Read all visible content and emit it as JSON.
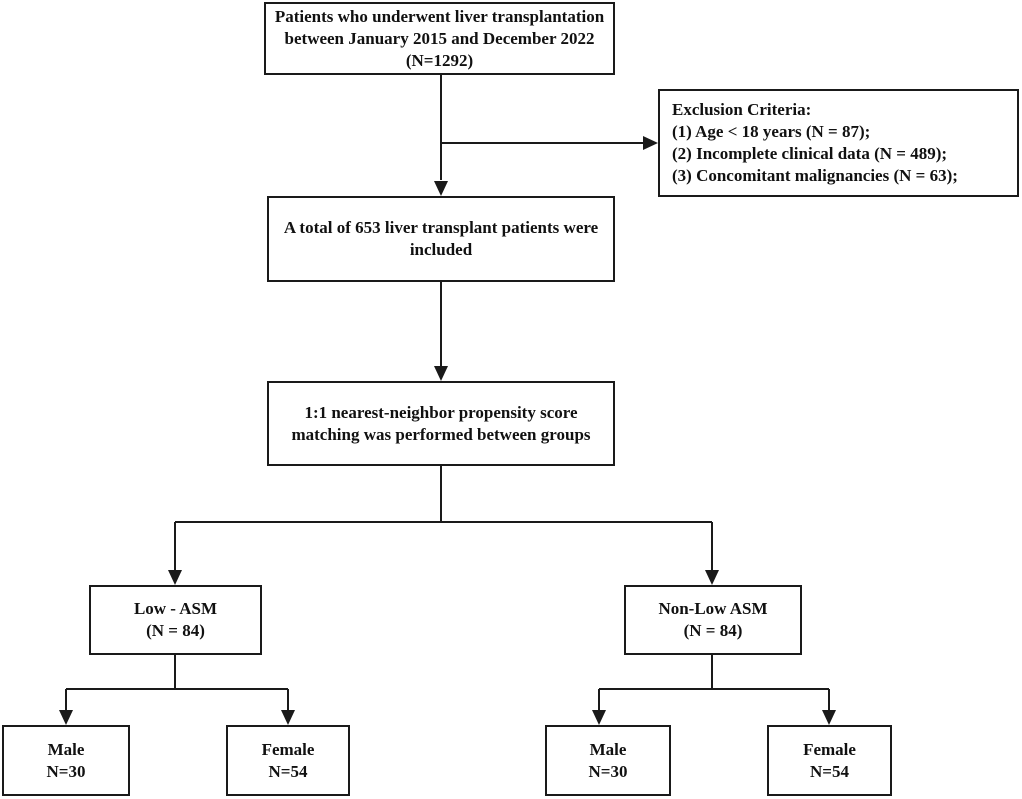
{
  "source_box": {
    "lines": [
      "Patients who underwent liver transplantation",
      "between January 2015 and December 2022",
      "(N=1292)"
    ]
  },
  "exclusion_box": {
    "title": "Exclusion Criteria:",
    "items": [
      "(1) Age < 18 years (N = 87);",
      "(2) Incomplete clinical data (N = 489);",
      "(3) Concomitant malignancies (N = 63);"
    ]
  },
  "included_box": {
    "lines": [
      "A total of 653 liver transplant patients were",
      "included"
    ]
  },
  "psm_box": {
    "lines": [
      "1:1 nearest-neighbor propensity score",
      "matching was performed between groups"
    ]
  },
  "groups": {
    "low": {
      "label": "Low - ASM",
      "count": "(N = 84)",
      "male": {
        "label": "Male",
        "count": "N=30"
      },
      "female": {
        "label": "Female",
        "count": "N=54"
      }
    },
    "nonlow": {
      "label": "Non-Low ASM",
      "count": "(N = 84)",
      "male": {
        "label": "Male",
        "count": "N=30"
      },
      "female": {
        "label": "Female",
        "count": "N=54"
      }
    }
  },
  "colors": {
    "stroke": "#1a1a1a",
    "text": "#111111",
    "background": "#ffffff"
  }
}
